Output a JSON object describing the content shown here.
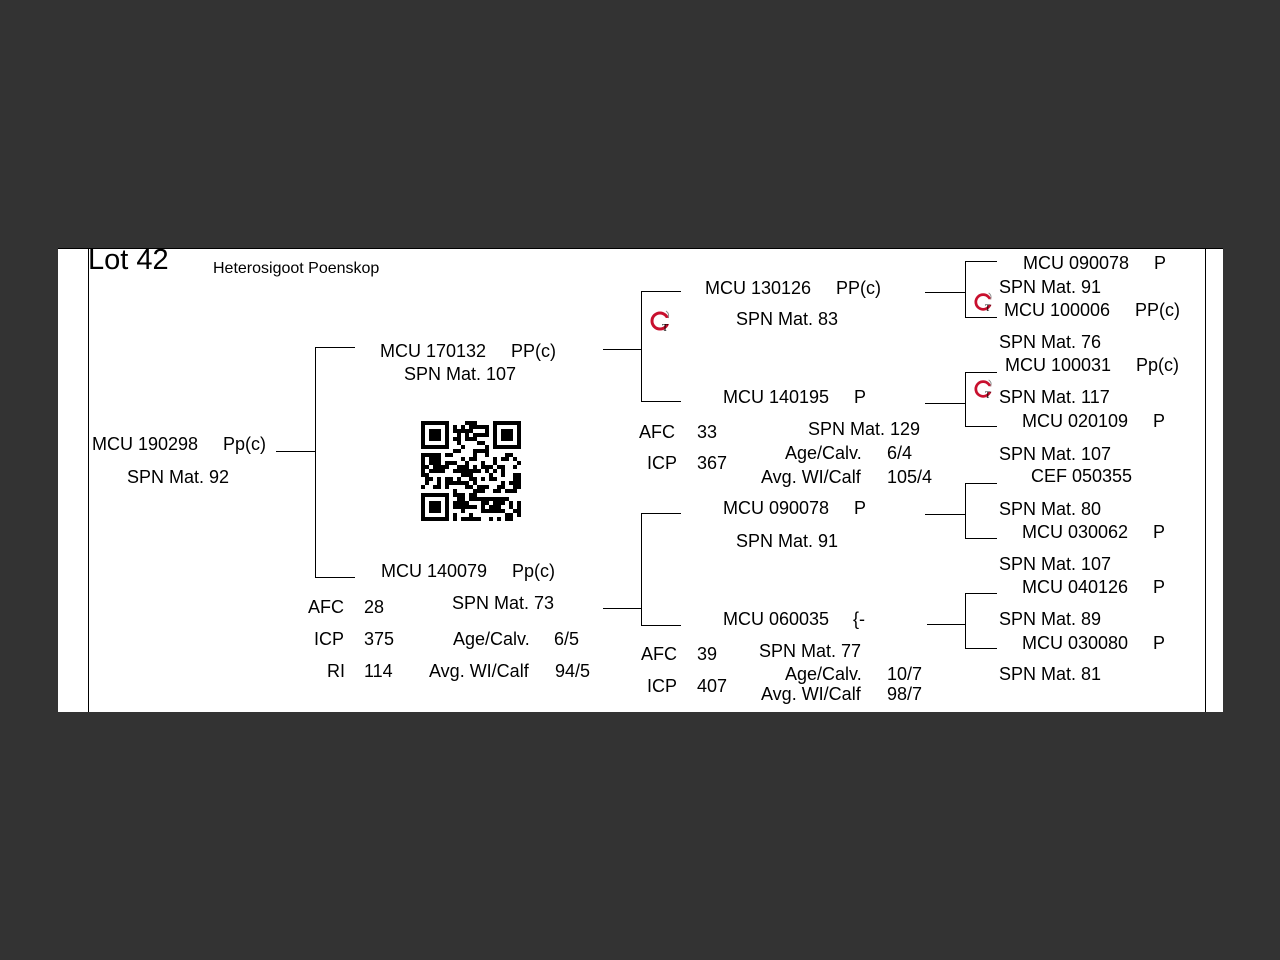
{
  "lot_title": "Lot 42",
  "subtitle": "Heterosigoot Poenskop",
  "animal": {
    "id": "MCU 190298",
    "code": "Pp(c)",
    "spn": "SPN Mat. 92"
  },
  "sire": {
    "id": "MCU 170132",
    "code": "PP(c)",
    "spn": "SPN Mat. 107"
  },
  "dam": {
    "id": "MCU 140079",
    "code": "Pp(c)",
    "spn": "SPN Mat. 73",
    "afc_label": "AFC",
    "afc": "28",
    "icp_label": "ICP",
    "icp": "375",
    "ri_label": "RI",
    "ri": "114",
    "age_calv_label": "Age/Calv.",
    "age_calv": "6/5",
    "wi_label": "Avg. WI/Calf",
    "wi": "94/5"
  },
  "sire_sire": {
    "id": "MCU 130126",
    "code": "PP(c)",
    "spn": "SPN Mat. 83"
  },
  "sire_dam": {
    "id": "MCU 140195",
    "code": "P",
    "spn": "SPN Mat. 129",
    "afc_label": "AFC",
    "afc": "33",
    "icp_label": "ICP",
    "icp": "367",
    "age_calv_label": "Age/Calv.",
    "age_calv": "6/4",
    "wi_label": "Avg. WI/Calf",
    "wi": "105/4"
  },
  "dam_sire": {
    "id": "MCU 090078",
    "code": "P",
    "spn": "SPN Mat. 91"
  },
  "dam_dam": {
    "id": "MCU 060035",
    "code": "{-",
    "spn": "SPN Mat. 77",
    "afc_label": "AFC",
    "afc": "39",
    "icp_label": "ICP",
    "icp": "407",
    "age_calv_label": "Age/Calv.",
    "age_calv": "10/7",
    "wi_label": "Avg. WI/Calf",
    "wi": "98/7"
  },
  "gen4": [
    {
      "id": "MCU 090078",
      "code": "P",
      "spn": "SPN Mat. 91"
    },
    {
      "id": "MCU 100006",
      "code": "PP(c)",
      "spn": "SPN Mat. 76"
    },
    {
      "id": "MCU 100031",
      "code": "Pp(c)",
      "spn": "SPN Mat. 117"
    },
    {
      "id": "MCU 020109",
      "code": "P",
      "spn": "SPN Mat. 107"
    },
    {
      "id": "CEF 050355",
      "code": "",
      "spn": "SPN Mat. 80"
    },
    {
      "id": "MCU 030062",
      "code": "P",
      "spn": "SPN Mat. 107"
    },
    {
      "id": "MCU 040126",
      "code": "P",
      "spn": "SPN Mat. 89"
    },
    {
      "id": "MCU 030080",
      "code": "P",
      "spn": "SPN Mat. 81"
    }
  ],
  "icons": {
    "genotype_logo": "gt-logo-icon",
    "qr": "qr-code-icon"
  },
  "colors": {
    "background": "#333333",
    "sheet": "#ffffff",
    "logo_red": "#c8102e"
  }
}
